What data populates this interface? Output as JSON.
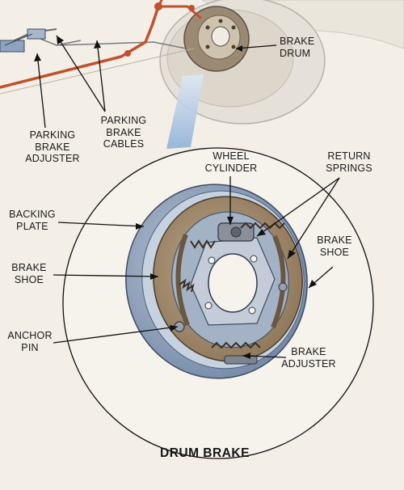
{
  "diagram": {
    "title": "DRUM BRAKE",
    "labels": {
      "brake_drum": "BRAKE\nDRUM",
      "parking_brake_adjuster": "PARKING\nBRAKE\nADJUSTER",
      "parking_brake_cables": "PARKING\nBRAKE\nCABLES",
      "wheel_cylinder": "WHEEL\nCYLINDER",
      "return_springs": "RETURN\nSPRINGS",
      "backing_plate": "BACKING\nPLATE",
      "brake_shoe_right": "BRAKE\nSHOE",
      "brake_shoe_left": "BRAKE\nSHOE",
      "anchor_pin": "ANCHOR\nPIN",
      "brake_adjuster": "BRAKE\nADJUSTER"
    },
    "colors": {
      "background": "#f3efe6",
      "brake_line": "#c0502f",
      "backing_plate": "#8ea3c0",
      "brake_shoe": "#a58f74",
      "drum": "#e3ddd4",
      "callout_line": "#111111"
    }
  }
}
